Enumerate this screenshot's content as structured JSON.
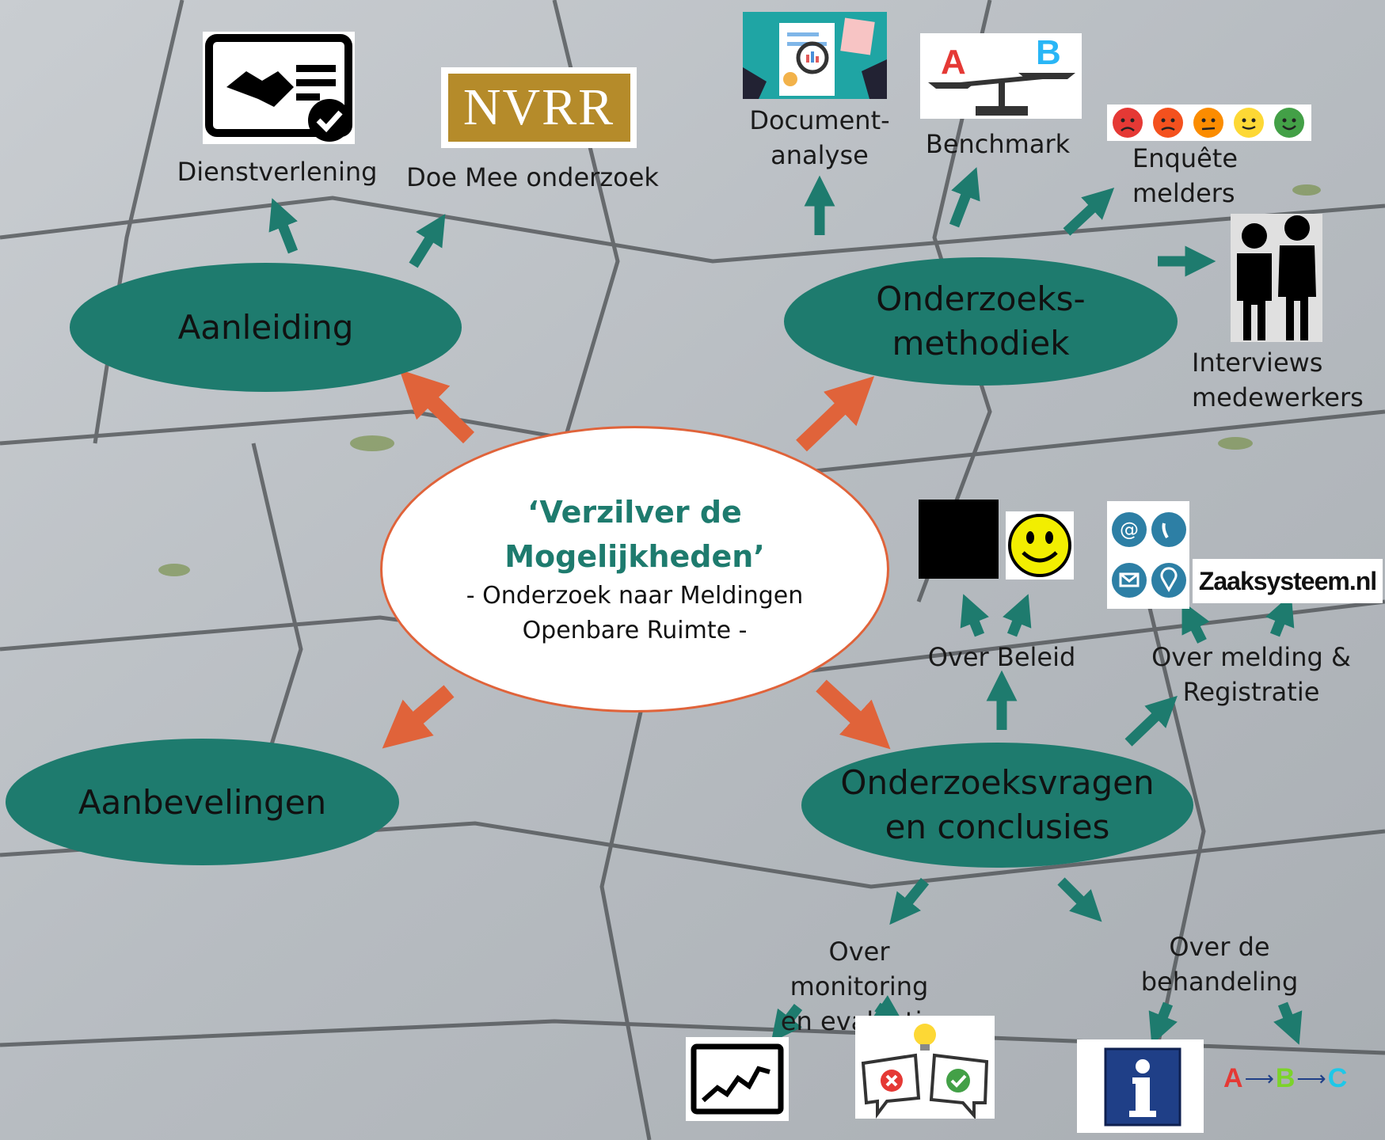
{
  "colors": {
    "node": "#1e7b6e",
    "arrow_center": "#e0633a",
    "arrow_branch": "#1e7b6e",
    "center_title": "#1e7b6e"
  },
  "center": {
    "title_line1": "‘Verzilver de",
    "title_line2": "Mogelijkheden’",
    "subtitle_line1": "- Onderzoek naar Meldingen",
    "subtitle_line2": "Openbare Ruimte -"
  },
  "nodes": {
    "aanleiding": "Aanleiding",
    "methodiek_line1": "Onderzoeks-",
    "methodiek_line2": "methodiek",
    "aanbevelingen": "Aanbevelingen",
    "vragen_line1": "Onderzoeksvragen",
    "vragen_line2": "en conclusies"
  },
  "labels": {
    "dienstverlening": "Dienstverlening",
    "doe_mee": "Doe Mee onderzoek",
    "document_line1": "Document-",
    "document_line2": "analyse",
    "benchmark": "Benchmark",
    "enquete_line1": "Enquête",
    "enquete_line2": "melders",
    "interviews_line1": "Interviews",
    "interviews_line2": "medewerkers",
    "over_beleid": "Over Beleid",
    "over_melding_line1": "Over melding &",
    "over_melding_line2": "Registratie",
    "over_monitoring_line1": "Over monitoring",
    "over_monitoring_line2": "en evaluatie",
    "over_behandeling_line1": "Over de",
    "over_behandeling_line2": "behandeling"
  },
  "logos": {
    "nvrr": "NVRR",
    "zaaksysteem": "Zaaksysteem.nl",
    "ab_a": "A",
    "ab_b": "B",
    "abc_a": "A",
    "abc_b": "B",
    "abc_c": "C"
  },
  "icons": [
    "handshake-certificate-icon",
    "document-analysis-icon",
    "scale-icon",
    "smiley-rating-icon",
    "people-icon",
    "black-square-icon",
    "smiley-icon",
    "contact-channels-icon",
    "chart-monitor-icon",
    "feedback-bubbles-icon",
    "info-sign-icon",
    "abc-sequence-icon"
  ]
}
